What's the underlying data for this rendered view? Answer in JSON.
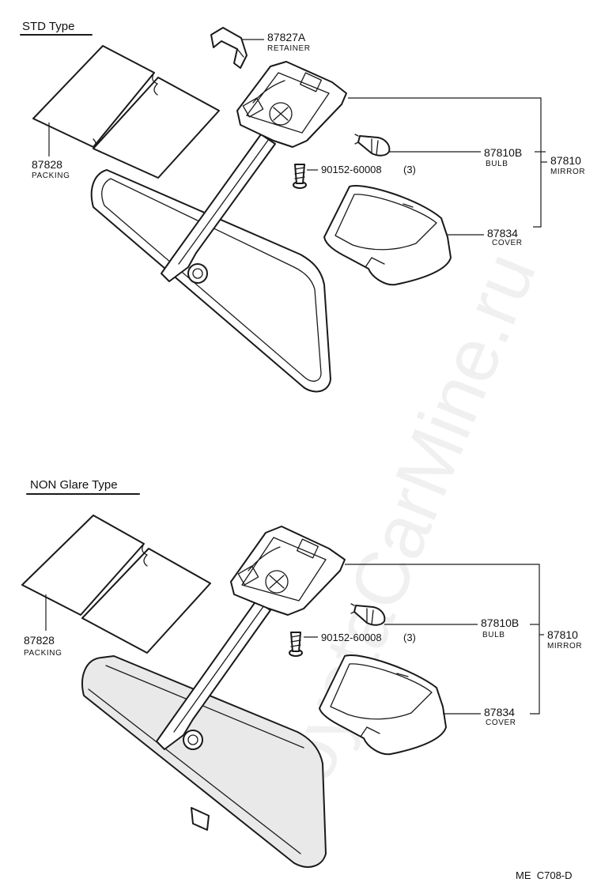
{
  "sections": [
    {
      "title": "STD Type",
      "parts": {
        "retainer": {
          "number": "87827A",
          "name": "RETAINER"
        },
        "packing": {
          "number": "87828",
          "name": "PACKING"
        },
        "bulb": {
          "number": "87810B",
          "name": "BULB"
        },
        "screw": {
          "number": "90152-60008",
          "qty": "(3)"
        },
        "mirror": {
          "number": "87810",
          "name": "MIRROR"
        },
        "cover": {
          "number": "87834",
          "name": "COVER"
        }
      }
    },
    {
      "title": "NON Glare Type",
      "parts": {
        "packing": {
          "number": "87828",
          "name": "PACKING"
        },
        "bulb": {
          "number": "87810B",
          "name": "BULB"
        },
        "screw": {
          "number": "90152-60008",
          "qty": "(3)"
        },
        "mirror": {
          "number": "87810",
          "name": "MIRROR"
        },
        "cover": {
          "number": "87834",
          "name": "COVER"
        }
      }
    }
  ],
  "footer": {
    "code": "ME  C708-D"
  },
  "watermark": "ToyotaCarMine.ru",
  "colors": {
    "line": "#1a1a1a",
    "background": "#ffffff",
    "watermark": "#000000"
  }
}
